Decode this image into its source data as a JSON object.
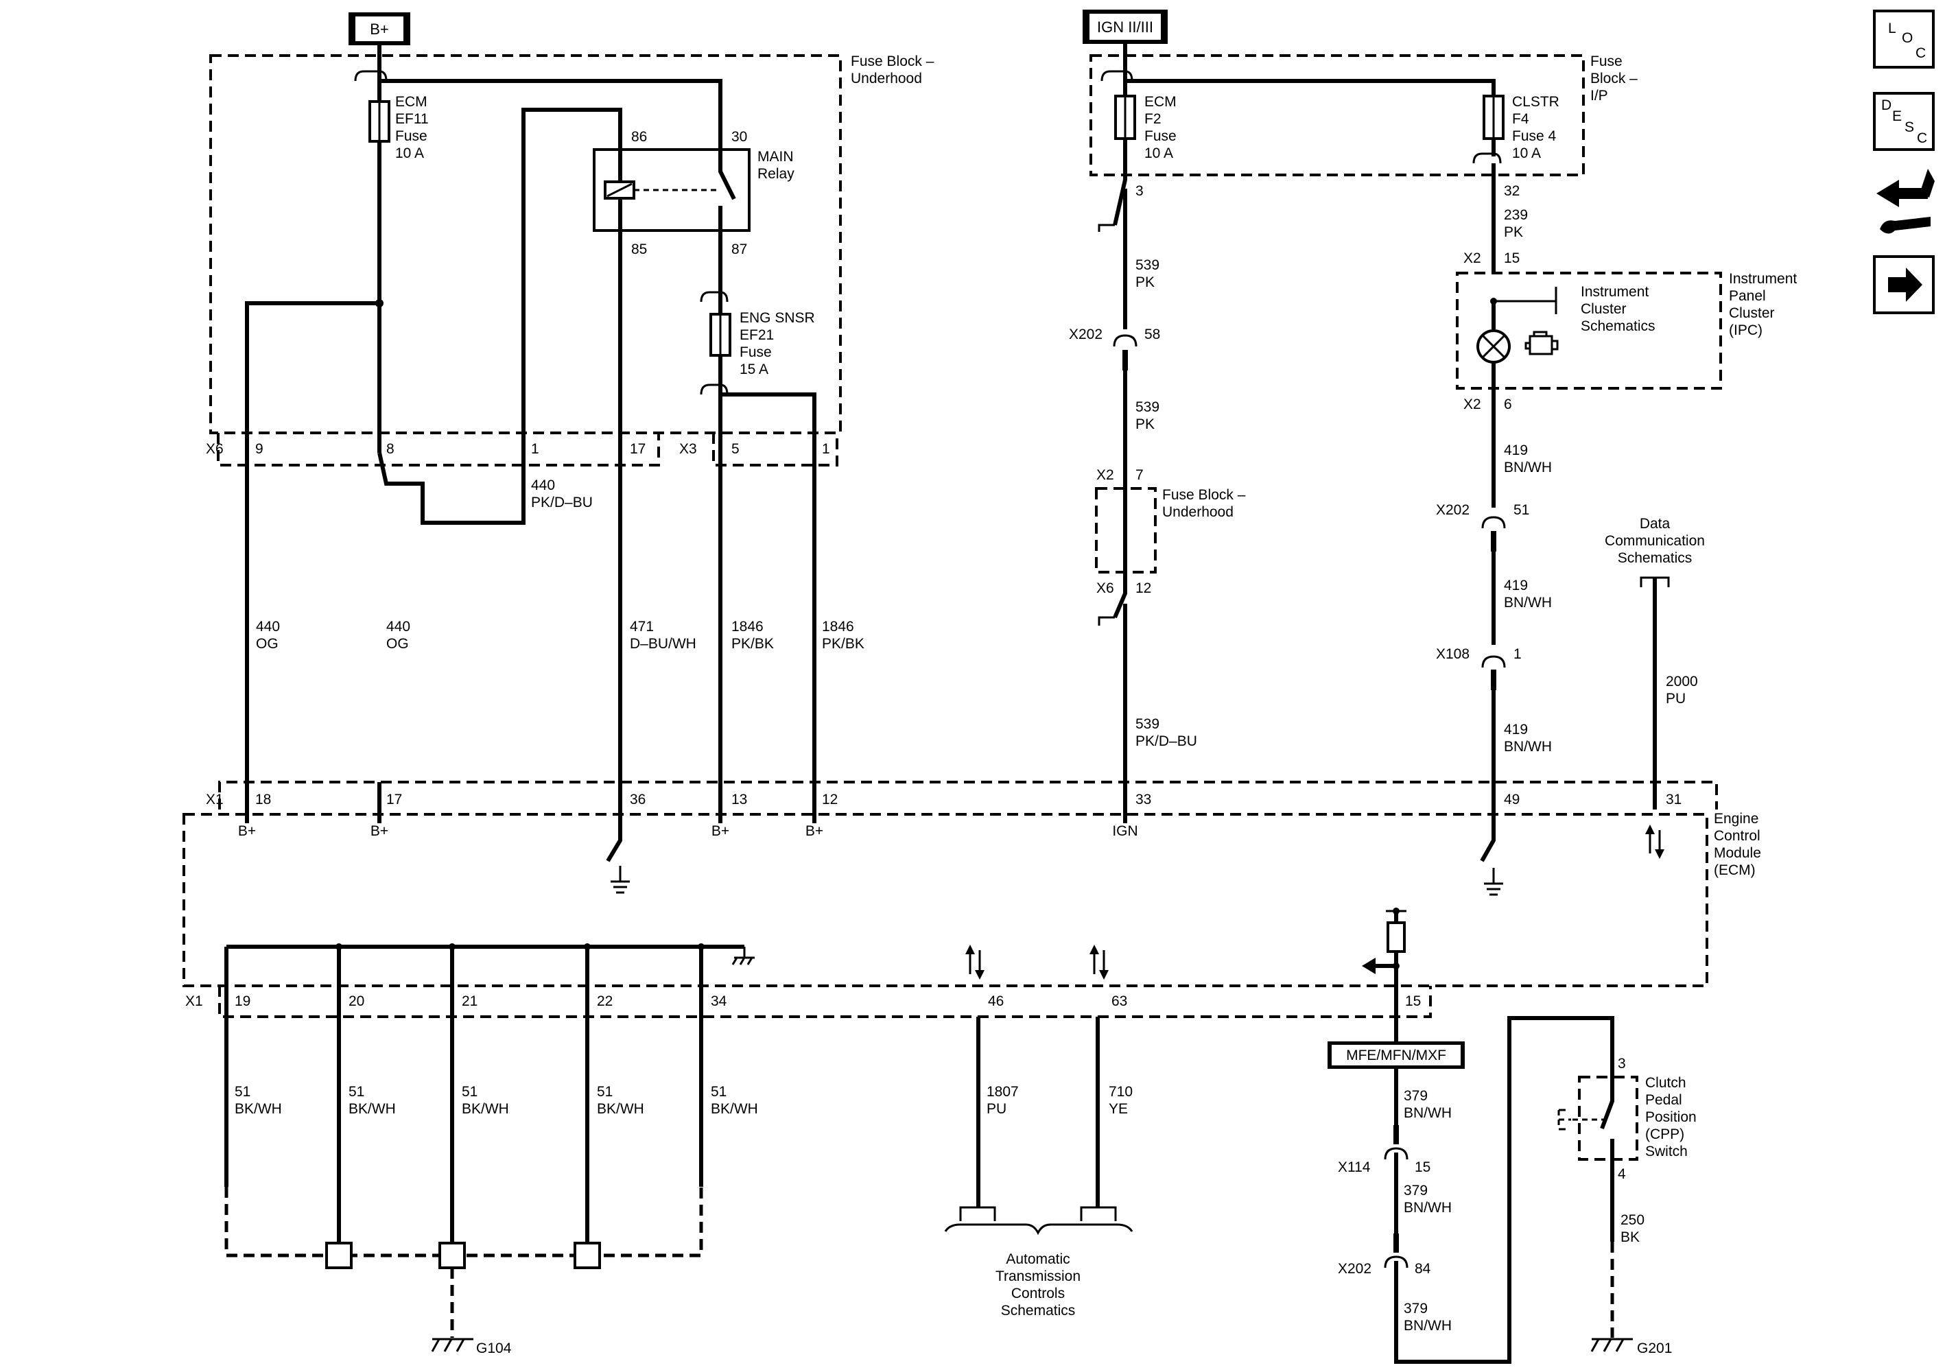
{
  "power": {
    "bplus": "B+",
    "ign": "IGN II/III"
  },
  "fuse_block_underhood": {
    "title_line1": "Fuse Block –",
    "title_line2": "Underhood"
  },
  "fuse_block_ip": {
    "title_line1": "Fuse",
    "title_line2": "Block –",
    "title_line3": "I/P"
  },
  "fuses": {
    "ecm_ef11": [
      "ECM",
      "EF11",
      "Fuse",
      "10 A"
    ],
    "eng_snsr_ef21": [
      "ENG SNSR",
      "EF21",
      "Fuse",
      "15 A"
    ],
    "ecm_f2": [
      "ECM",
      "F2",
      "Fuse",
      "10 A"
    ],
    "clstr_f4": [
      "CLSTR",
      "F4",
      "Fuse 4",
      "10 A"
    ]
  },
  "relay": {
    "name_line1": "MAIN",
    "name_line2": "Relay",
    "pin86": "86",
    "pin30": "30",
    "pin85": "85",
    "pin87": "87"
  },
  "connectors": {
    "x6": "X6",
    "x3": "X3",
    "x1_top": "X1",
    "x1_bottom": "X1",
    "x202_a": "X202",
    "x202_b": "X202",
    "x202_c": "X202",
    "x2_a": "X2",
    "x2_b": "X2",
    "x2_c": "X2",
    "x6_b": "X6",
    "x108": "X108",
    "x114": "X114"
  },
  "pins": {
    "x6_9": "9",
    "x6_8": "8",
    "x6_1": "1",
    "x6_17": "17",
    "x3_5": "5",
    "x3_1": "1",
    "ecm_18": "18",
    "ecm_17": "17",
    "ecm_36": "36",
    "ecm_13": "13",
    "ecm_12": "12",
    "ecm_33": "33",
    "ecm_49": "49",
    "ecm_31": "31",
    "ecm_19": "19",
    "ecm_20": "20",
    "ecm_21": "21",
    "ecm_22": "22",
    "ecm_34": "34",
    "ecm_46": "46",
    "ecm_63": "63",
    "ecm_15": "15",
    "ipf2_3": "3",
    "ipf4_32": "32",
    "x2_15": "15",
    "x2_6": "6",
    "x202_58": "58",
    "x202_51": "51",
    "x2_7": "7",
    "x6_12": "12",
    "x108_1": "1",
    "x114_15": "15",
    "x202_84": "84",
    "cpp_3": "3",
    "cpp_4": "4"
  },
  "wires": {
    "w440_pkdbu": [
      "440",
      "PK/D–BU"
    ],
    "w440_og_a": [
      "440",
      "OG"
    ],
    "w440_og_b": [
      "440",
      "OG"
    ],
    "w471": [
      "471",
      "D–BU/WH"
    ],
    "w1846_a": [
      "1846",
      "PK/BK"
    ],
    "w1846_b": [
      "1846",
      "PK/BK"
    ],
    "w539_a": [
      "539",
      "PK"
    ],
    "w539_b": [
      "539",
      "PK"
    ],
    "w539_c": [
      "539",
      "PK/D–BU"
    ],
    "w239": [
      "239",
      "PK"
    ],
    "w419_a": [
      "419",
      "BN/WH"
    ],
    "w419_b": [
      "419",
      "BN/WH"
    ],
    "w419_c": [
      "419",
      "BN/WH"
    ],
    "w2000": [
      "2000",
      "PU"
    ],
    "w51_a": [
      "51",
      "BK/WH"
    ],
    "w51_b": [
      "51",
      "BK/WH"
    ],
    "w51_c": [
      "51",
      "BK/WH"
    ],
    "w51_d": [
      "51",
      "BK/WH"
    ],
    "w51_e": [
      "51",
      "BK/WH"
    ],
    "w1807": [
      "1807",
      "PU"
    ],
    "w710": [
      "710",
      "YE"
    ],
    "w379_a": [
      "379",
      "BN/WH"
    ],
    "w379_b": [
      "379",
      "BN/WH"
    ],
    "w379_c": [
      "379",
      "BN/WH"
    ],
    "w250": [
      "250",
      "BK"
    ]
  },
  "ecm": {
    "name": [
      "Engine",
      "Control",
      "Module",
      "(ECM)"
    ],
    "bplus_18": "B+",
    "bplus_17": "B+",
    "bplus_13": "B+",
    "bplus_12": "B+",
    "ign_33": "IGN"
  },
  "ipc": {
    "name": [
      "Instrument",
      "Panel",
      "Cluster",
      "(IPC)"
    ],
    "ref": [
      "Instrument",
      "Cluster",
      "Schematics"
    ]
  },
  "data_comm": [
    "Data",
    "Communication",
    "Schematics"
  ],
  "trans": [
    "Automatic",
    "Transmission",
    "Controls",
    "Schematics"
  ],
  "option_box": "MFE/MFN/MXF",
  "fuse_block_underhood_inline": {
    "line1": "Fuse Block –",
    "line2": "Underhood"
  },
  "cpp": [
    "Clutch",
    "Pedal",
    "Position",
    "(CPP)",
    "Switch"
  ],
  "grounds": {
    "g104": "G104",
    "g201": "G201"
  },
  "nav": {
    "loc": [
      "L",
      "O",
      "C"
    ],
    "desc": [
      "D",
      "E",
      "S",
      "C"
    ]
  }
}
